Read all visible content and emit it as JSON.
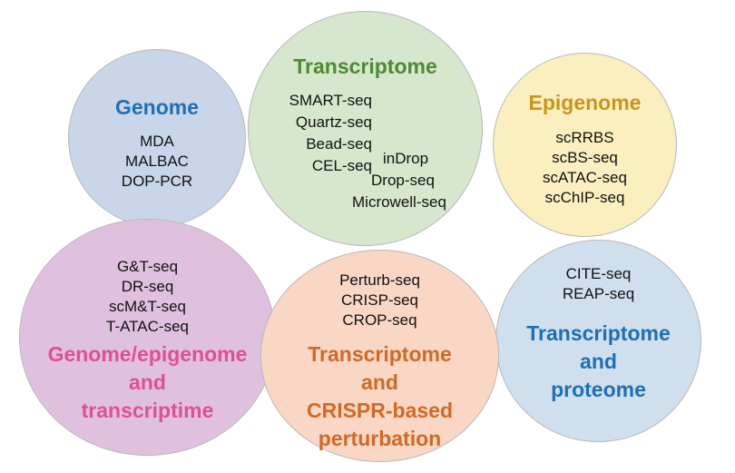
{
  "genome": {
    "title": "Genome",
    "color": "#1f6fb5",
    "fill": "#c9d6ea",
    "items": [
      "MDA",
      "MALBAC",
      "DOP-PCR"
    ]
  },
  "transcriptome": {
    "title": "Transcriptome",
    "color": "#4e8a35",
    "fill": "#d6e7cd",
    "items_left": [
      "SMART-seq",
      "Quartz-seq",
      "Bead-seq",
      "CEL-seq"
    ],
    "items_right": [
      "inDrop",
      "Drop-seq",
      "Microwell-seq"
    ]
  },
  "epigenome": {
    "title": "Epigenome",
    "color": "#c8961a",
    "fill": "#fbefc0",
    "items": [
      "scRRBS",
      "scBS-seq",
      "scATAC-seq",
      "scChIP-seq"
    ]
  },
  "genome_epigenome_transcriptome": {
    "title_lines": [
      "Genome/epigenome",
      "and",
      "transcriptime"
    ],
    "color": "#e0508f",
    "fill": "#dfc1df",
    "items": [
      "G&T-seq",
      "DR-seq",
      "scM&T-seq",
      "T-ATAC-seq"
    ]
  },
  "crispr": {
    "title_lines": [
      "Transcriptome",
      "and",
      "CRISPR-based",
      "perturbation"
    ],
    "color": "#cf6a26",
    "fill": "#fad6c5",
    "items": [
      "Perturb-seq",
      "CRISP-seq",
      "CROP-seq"
    ]
  },
  "proteome": {
    "title_lines": [
      "Transcriptome",
      "and",
      "proteome"
    ],
    "color": "#1f6fb5",
    "fill": "#cfdfee",
    "items": [
      "CITE-seq",
      "REAP-seq"
    ]
  }
}
